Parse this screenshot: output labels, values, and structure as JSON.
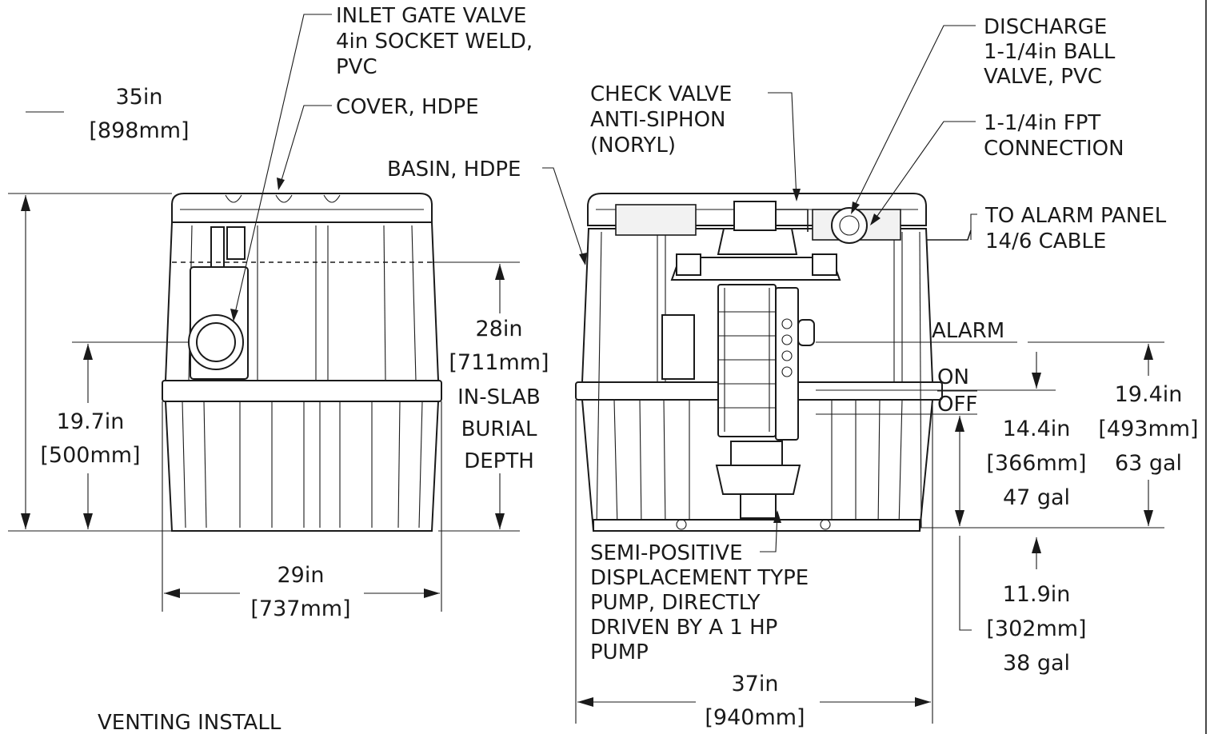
{
  "labels": {
    "inlet_gate_valve": [
      "INLET GATE VALVE",
      "4in SOCKET WELD,",
      "PVC"
    ],
    "cover": "COVER, HDPE",
    "basin": "BASIN, HDPE",
    "check_valve": [
      "CHECK VALVE",
      "ANTI-SIPHON",
      "(NORYL)"
    ],
    "discharge": [
      "DISCHARGE",
      "1-1/4in BALL",
      "VALVE, PVC"
    ],
    "fpt_connection": [
      "1-1/4in FPT",
      "CONNECTION"
    ],
    "alarm_panel": [
      "TO ALARM PANEL",
      "14/6 CABLE"
    ],
    "pump": [
      "SEMI-POSITIVE",
      "DISPLACEMENT TYPE",
      "PUMP, DIRECTLY",
      "DRIVEN BY A 1 HP",
      "PUMP"
    ],
    "alarm": "ALARM",
    "on": "ON",
    "off": "OFF",
    "burial_depth": [
      "IN-SLAB",
      "BURIAL",
      "DEPTH"
    ],
    "venting_install": "VENTING INSTALL"
  },
  "dimensions": {
    "overall_height": {
      "in": "35in",
      "mm": "[898mm]"
    },
    "inlet_height": {
      "in": "19.7in",
      "mm": "[500mm]"
    },
    "burial": {
      "in": "28in",
      "mm": "[711mm]"
    },
    "front_width": {
      "in": "29in",
      "mm": "[737mm]"
    },
    "side_width": {
      "in": "37in",
      "mm": "[940mm]"
    },
    "alarm_level": {
      "in": "19.4in",
      "mm": "[493mm]",
      "gal": "63 gal"
    },
    "on_level": {
      "in": "14.4in",
      "mm": "[366mm]",
      "gal": "47 gal"
    },
    "off_level": {
      "in": "11.9in",
      "mm": "[302mm]",
      "gal": "38 gal"
    }
  }
}
